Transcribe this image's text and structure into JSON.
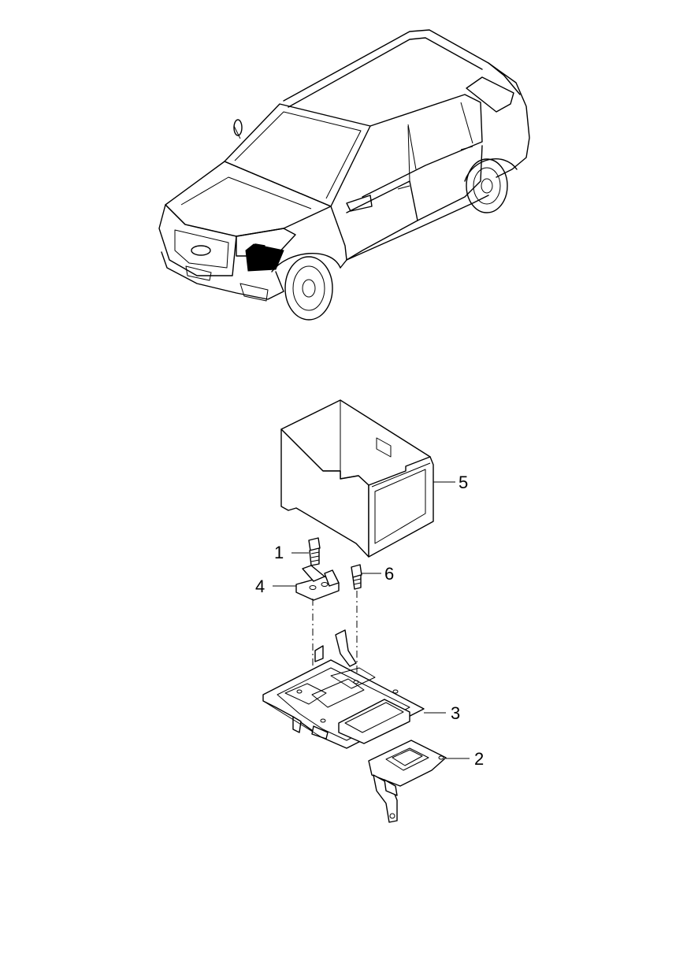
{
  "callouts": [
    {
      "id": "bolt-top",
      "label": "1"
    },
    {
      "id": "bracket",
      "label": "2"
    },
    {
      "id": "tray",
      "label": "3"
    },
    {
      "id": "clamp",
      "label": "4"
    },
    {
      "id": "cover",
      "label": "5"
    },
    {
      "id": "bolt-side",
      "label": "6"
    }
  ],
  "colors": {
    "line": "#000000",
    "background": "#ffffff",
    "highlight": "#000000"
  }
}
